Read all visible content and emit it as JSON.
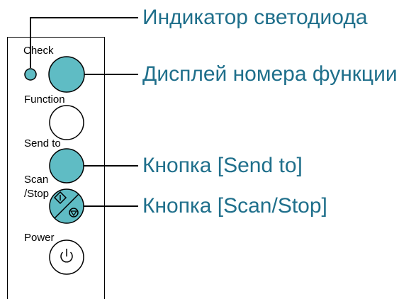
{
  "panel": {
    "check_label": "Check",
    "function_label": "Function",
    "send_to_label": "Send to",
    "scan_label_line1": "Scan",
    "scan_label_line2": "/Stop",
    "power_label": "Power"
  },
  "callouts": {
    "led": "Индикатор светодиода",
    "function_display": "Дисплей номера функции",
    "send_to_button": "Кнопка [Send to]",
    "scan_stop_button": "Кнопка [Scan/Stop]"
  },
  "colors": {
    "callout_text": "#1f6f8b",
    "teal_fill": "#5fbcc4",
    "outline": "#000000"
  }
}
